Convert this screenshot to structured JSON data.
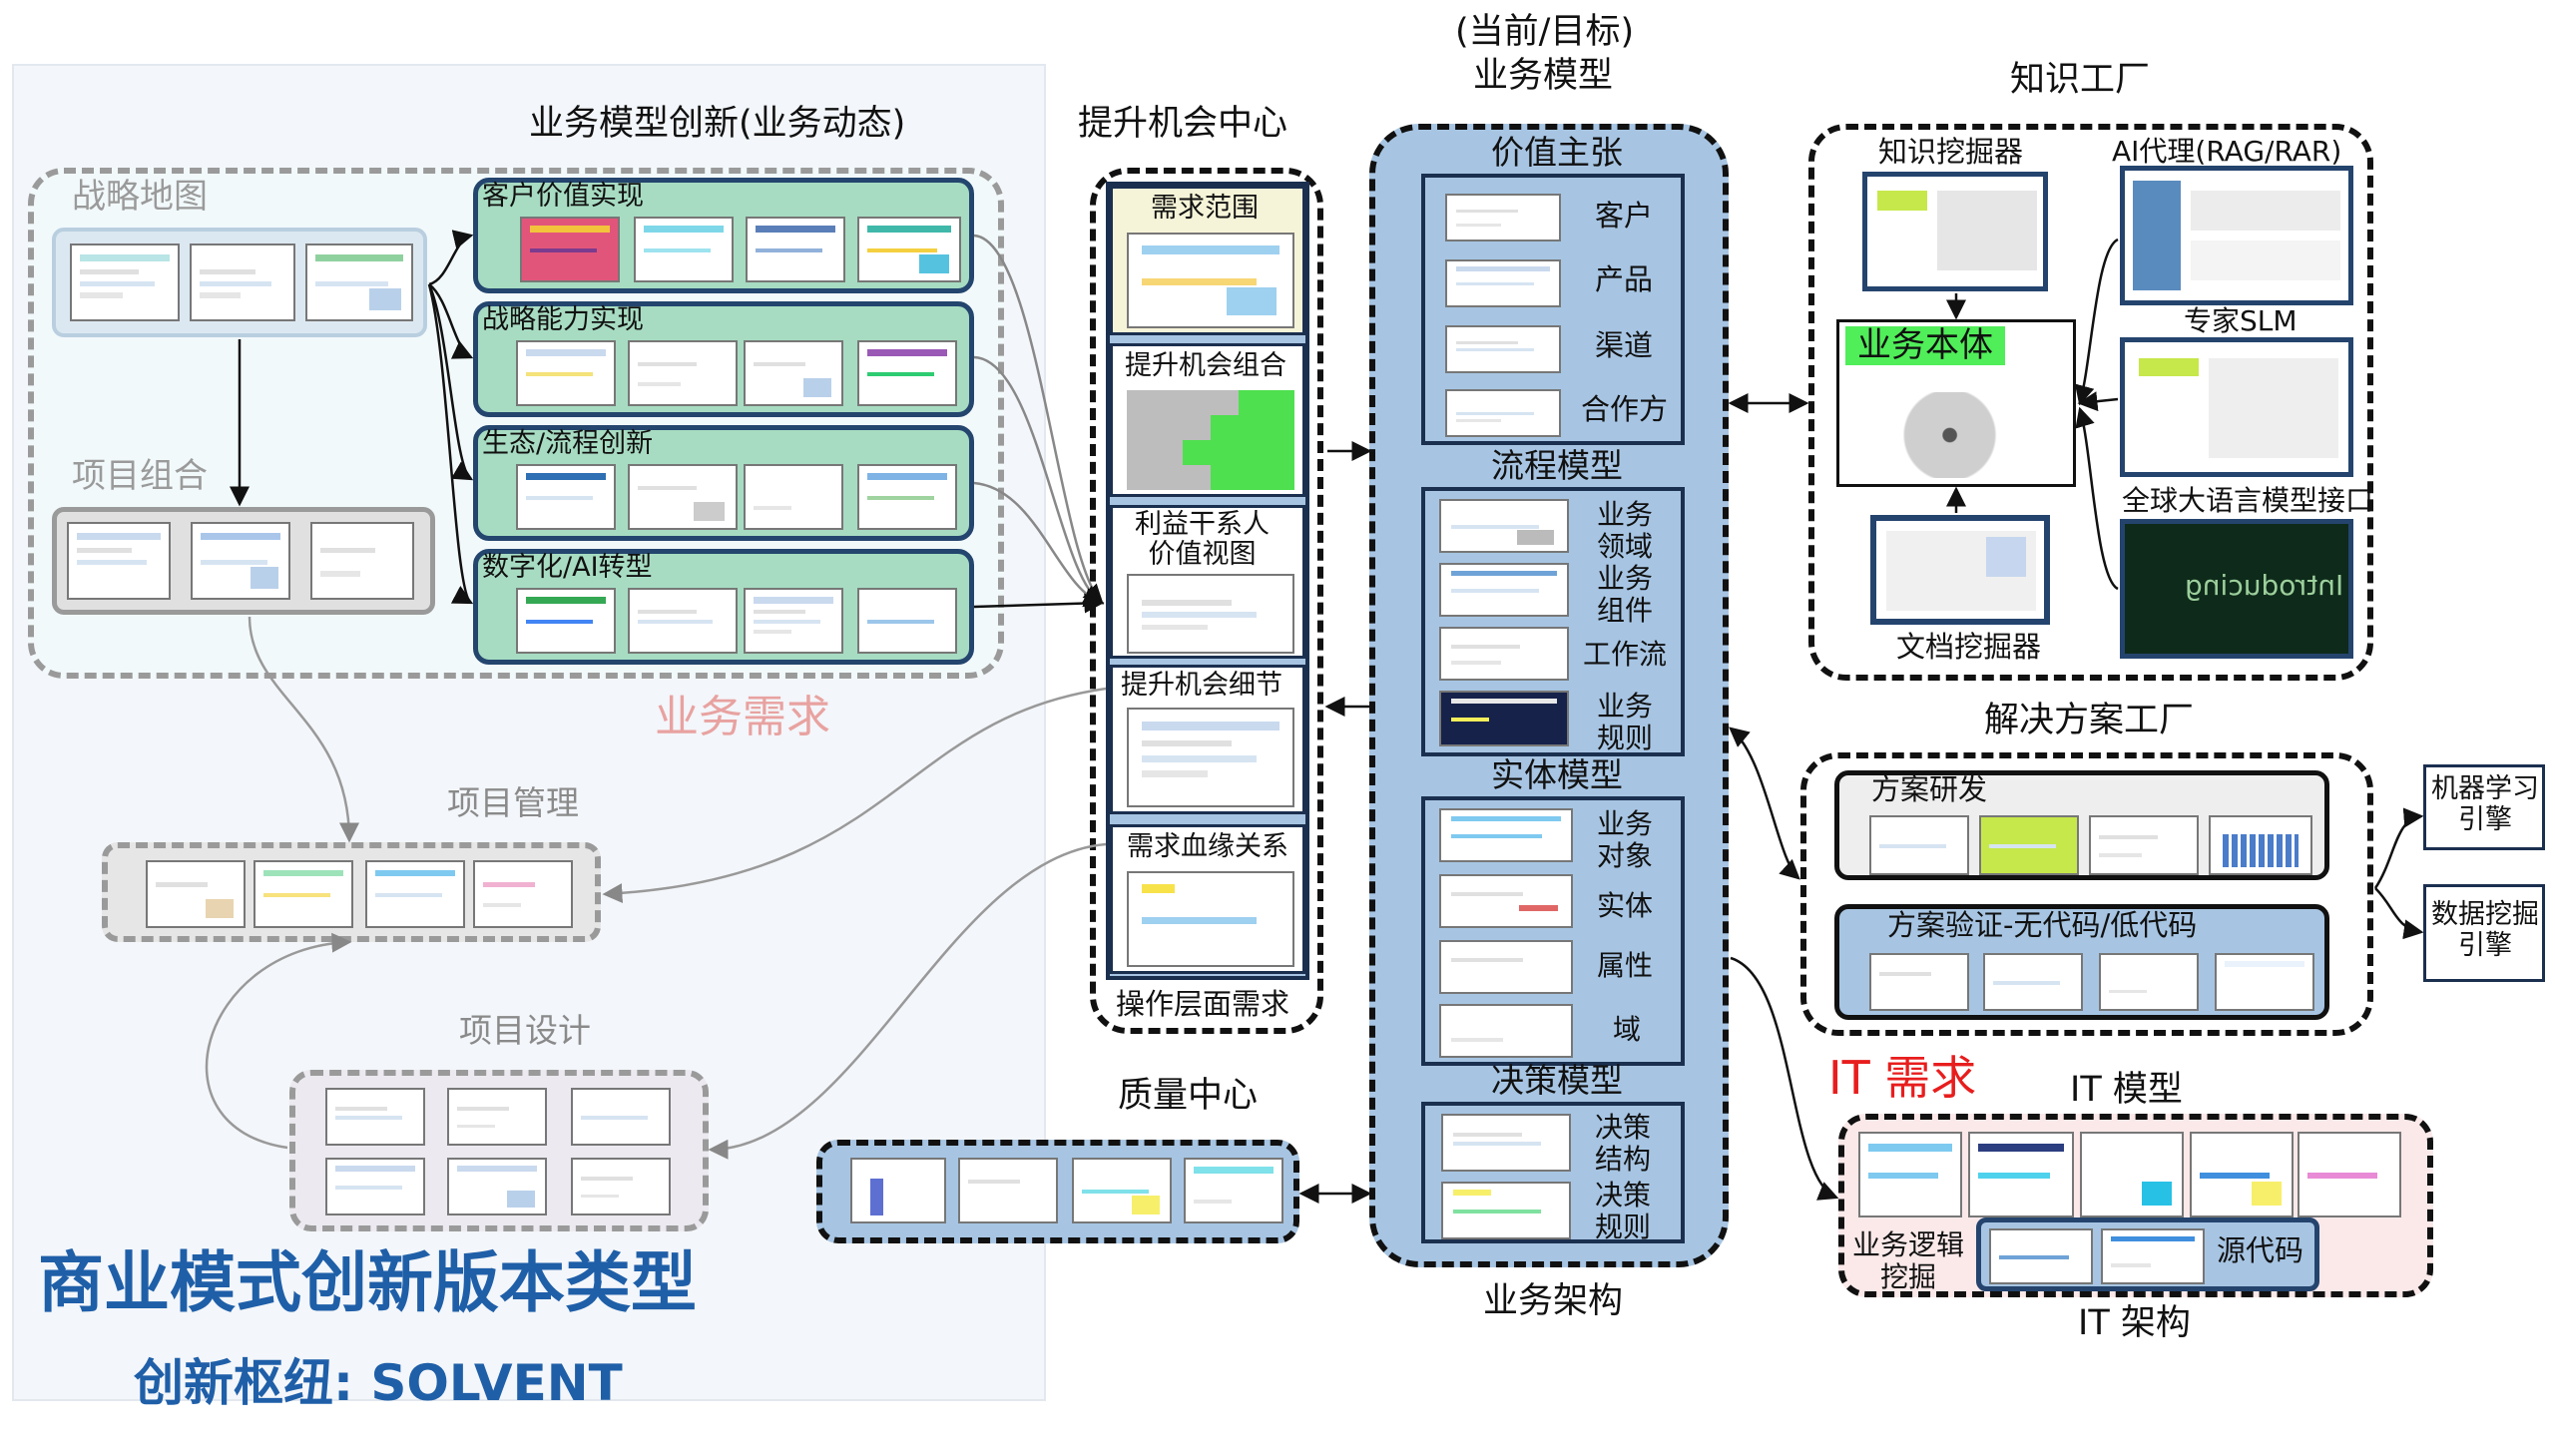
{
  "colors": {
    "panel_bg": "#f3f6fa",
    "green_panel": "#a7dcc2",
    "blue_panel": "#a7c5e3",
    "dark_border": "#1b2f4f",
    "business_demand": "#e8a2a0",
    "it_demand": "#e81d1d",
    "title_blue": "#1f5fa8",
    "pink_bg": "#fbe9ea"
  },
  "left": {
    "title": "商业模式创新版本类型",
    "subtitle": "创新枢纽: SOLVENT",
    "strategy_map": "战略地图",
    "project_portfolio": "项目组合",
    "business_demand": "业务需求",
    "project_management": "项目管理",
    "project_design": "项目设计"
  },
  "innovation": {
    "title": "业务模型创新(业务动态)",
    "rows": [
      {
        "label": "客户价值实现"
      },
      {
        "label": "战略能力实现"
      },
      {
        "label": "生态/流程创新"
      },
      {
        "label": "数字化/AI转型"
      }
    ]
  },
  "opportunity": {
    "title": "提升机会中心",
    "items": [
      {
        "label": "需求范围"
      },
      {
        "label": "提升机会组合"
      },
      {
        "label": "利益干系人\n价值视图"
      },
      {
        "label": "提升机会细节"
      },
      {
        "label": "需求血缘关系"
      }
    ],
    "footer": "操作层面需求"
  },
  "quality": {
    "title": "质量中心"
  },
  "business_model": {
    "title_line1": "(当前/目标)",
    "title_line2": "业务模型",
    "footer": "业务架构",
    "sections": [
      {
        "title": "价值主张",
        "items": [
          "客户",
          "产品",
          "渠道",
          "合作方"
        ]
      },
      {
        "title": "流程模型",
        "items": [
          "业务\n领域",
          "业务\n组件",
          "工作流",
          "业务\n规则"
        ]
      },
      {
        "title": "实体模型",
        "items": [
          "业务\n对象",
          "实体",
          "属性",
          "域"
        ]
      },
      {
        "title": "决策模型",
        "items": [
          "决策\n结构",
          "决策\n规则"
        ]
      }
    ]
  },
  "knowledge": {
    "title": "知识工厂",
    "miner": "知识挖掘器",
    "ai_agent": "AI代理(RAG/RAR)",
    "ontology": "业务本体",
    "expert_slm": "专家SLM",
    "llm_interface": "全球大语言模型接口",
    "doc_miner": "文档挖掘器",
    "intro_text": "Introducing"
  },
  "solution": {
    "title": "解决方案工厂",
    "research": "方案研发",
    "verification": "方案验证-无代码/低代码",
    "ml_engine": "机器学习\n引擎",
    "dm_engine": "数据挖掘\n引擎"
  },
  "it": {
    "demand": "IT 需求",
    "model": "IT 模型",
    "logic_mining": "业务逻辑\n挖掘",
    "source_code": "源代码",
    "architecture": "IT 架构"
  }
}
